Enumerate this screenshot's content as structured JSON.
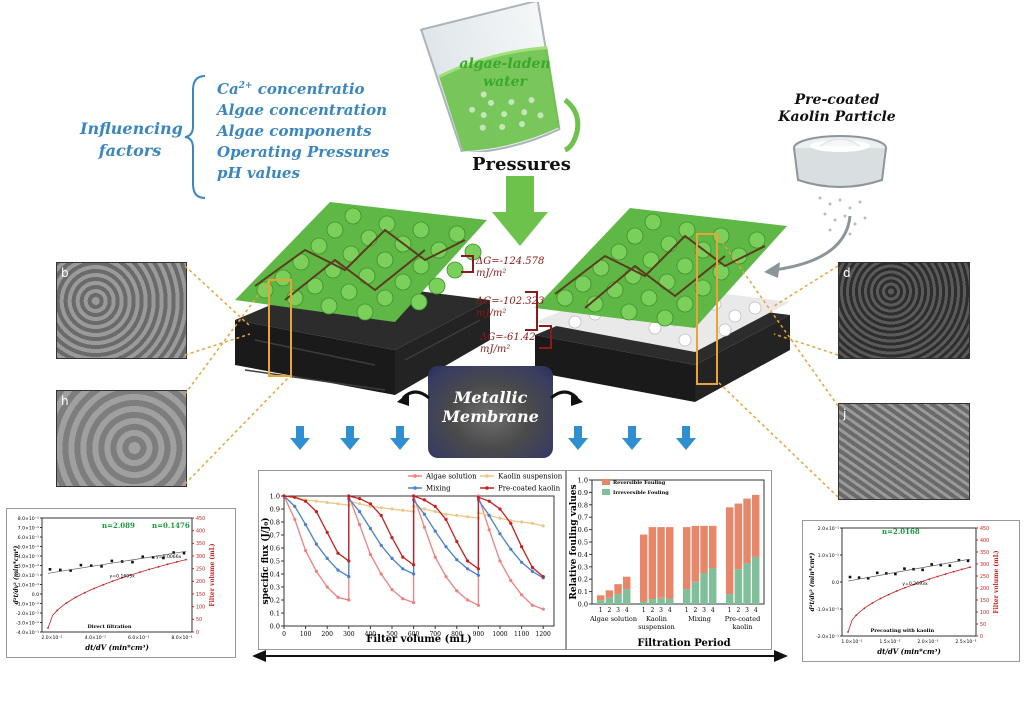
{
  "influencing": {
    "title_line1": "Influencing",
    "title_line2": "factors",
    "factors": [
      "concentratio",
      "Algae concentration",
      "Algae components",
      "Operating Pressures",
      "pH values"
    ],
    "ca_base": "Ca",
    "ca_sup": "2+"
  },
  "beaker": {
    "line1": "algae-laden",
    "line2": "water"
  },
  "pressures": "Pressures",
  "kaolin": {
    "line1": "Pre-coated",
    "line2": "Kaolin Particle"
  },
  "energies": [
    {
      "value": "ΔG=-124.578",
      "unit": "mJ/m²"
    },
    {
      "value": "ΔG=-102.323",
      "unit": "mJ/m²"
    },
    {
      "value": "ΔG=-61.42",
      "unit": "mJ/m²"
    }
  ],
  "membrane": {
    "line1": "Metallic",
    "line2": "Membrane"
  },
  "sem_labels": [
    "b",
    "h",
    "d",
    "j"
  ],
  "flux_chart": {
    "ylabel": "specific flux (J/J₀)",
    "xlabel": "Filter volume (mL)",
    "legend": [
      "Algae solution",
      "Kaolin suspension",
      "Mixing",
      "Pre-coated kaolin"
    ],
    "colors": [
      "#f08080",
      "#e8c98a",
      "#4a7fd0",
      "#c81e1e"
    ],
    "yticks": [
      "0.0",
      "0.1",
      "0.2",
      "0.3",
      "0.4",
      "0.5",
      "0.6",
      "0.7",
      "0.8",
      "0.9",
      "1.0"
    ],
    "xticks": [
      "0",
      "100",
      "200",
      "300",
      "400",
      "500",
      "600",
      "700",
      "800",
      "900",
      "1000",
      "1100",
      "1200"
    ]
  },
  "fouling_chart": {
    "ylabel": "Relative fouling values",
    "xlabel": "Filtration Period",
    "legend": [
      "Reversible Fouling",
      "Irreversible Fouling"
    ],
    "colors": [
      "#e8866a",
      "#7fbf9a"
    ],
    "yticks": [
      "0.0",
      "0.1",
      "0.2",
      "0.3",
      "0.4",
      "0.5",
      "0.6",
      "0.7",
      "0.8",
      "0.9",
      "1.0"
    ],
    "groups": [
      "Algae solution",
      "Kaolin suspension",
      "Mixing",
      "Pre-coated kaolin"
    ],
    "group_lines": [
      [
        "Algae solution"
      ],
      [
        "Kaolin",
        "suspension"
      ],
      [
        "Mixing"
      ],
      [
        "Pre-coated",
        "kaolin"
      ]
    ],
    "bar_ticks": [
      "1",
      "2",
      "3",
      "4"
    ]
  },
  "left_plot": {
    "n1": "n=2.089",
    "n2": "n=0.1476",
    "caption": "Direct filtration",
    "xlabel": "dt/dV (min*cm³)",
    "ylabel": "d²t/dv² (min*cm⁶)",
    "y2label": "Filter volume (mL)",
    "fit": "y=0.1695x",
    "fit2": "y=0.0066x",
    "yticks": [
      "8.0×10⁻¹",
      "7.0×10⁻¹",
      "6.0×10⁻¹",
      "5.0×10⁻¹",
      "4.0×10⁻¹",
      "3.0×10⁻¹",
      "2.0×10⁻¹",
      "1.0×10⁻¹",
      "0.0",
      "-1.0×10⁻¹",
      "-2.0×10⁻¹",
      "-3.0×10⁻¹",
      "-4.0×10⁻¹"
    ],
    "y2ticks": [
      "450",
      "400",
      "350",
      "300",
      "250",
      "200",
      "150",
      "100",
      "50",
      "0"
    ],
    "xticks": [
      "2.0×10⁻¹",
      "4.0×10⁻¹",
      "6.0×10⁻¹",
      "8.0×10⁻¹"
    ]
  },
  "right_plot": {
    "n1": "n=2.0168",
    "caption": "Precoating with kaolin",
    "xlabel": "dt/dV (min*cm³)",
    "ylabel": "d²t/dv² (min*cm⁶)",
    "y2label": "Filter volume (mL)",
    "fit": "y=0.2693x",
    "yticks": [
      "2.0×10⁻¹",
      "1.0×10⁻¹",
      "0.0",
      "-1.0×10⁻¹",
      "-2.0×10⁻¹"
    ],
    "y2ticks": [
      "450",
      "400",
      "350",
      "300",
      "250",
      "200",
      "150",
      "100",
      "50",
      "0"
    ],
    "xticks": [
      "1.0×10⁻¹",
      "1.5×10⁻¹",
      "2.0×10⁻¹",
      "2.5×10⁻¹"
    ]
  },
  "chart_data": [
    {
      "type": "line",
      "ylabel": "specific flux (J/J₀)",
      "xlabel": "Filter volume (mL)",
      "xlim": [
        0,
        1250
      ],
      "ylim": [
        0,
        1.0
      ],
      "x": [
        0,
        50,
        100,
        150,
        200,
        250,
        300,
        300,
        350,
        400,
        450,
        500,
        550,
        600,
        600,
        650,
        700,
        750,
        800,
        850,
        900,
        900,
        950,
        1000,
        1050,
        1100,
        1150,
        1200
      ],
      "series": [
        {
          "name": "Algae solution",
          "values": [
            1.0,
            0.82,
            0.58,
            0.42,
            0.3,
            0.22,
            0.2,
            1.0,
            0.78,
            0.55,
            0.4,
            0.28,
            0.21,
            0.18,
            1.0,
            0.76,
            0.53,
            0.38,
            0.27,
            0.2,
            0.16,
            1.0,
            0.74,
            0.5,
            0.35,
            0.24,
            0.16,
            0.13
          ]
        },
        {
          "name": "Kaolin suspension",
          "values": [
            1.0,
            0.99,
            0.97,
            0.96,
            0.95,
            0.94,
            0.93,
            0.96,
            0.94,
            0.92,
            0.91,
            0.9,
            0.89,
            0.88,
            0.92,
            0.9,
            0.88,
            0.86,
            0.85,
            0.84,
            0.83,
            0.87,
            0.85,
            0.83,
            0.81,
            0.8,
            0.79,
            0.77
          ]
        },
        {
          "name": "Mixing",
          "values": [
            1.0,
            0.92,
            0.78,
            0.63,
            0.52,
            0.43,
            0.38,
            0.98,
            0.88,
            0.75,
            0.62,
            0.52,
            0.44,
            0.4,
            0.97,
            0.86,
            0.73,
            0.61,
            0.51,
            0.44,
            0.39,
            0.97,
            0.85,
            0.71,
            0.59,
            0.49,
            0.42,
            0.37
          ]
        },
        {
          "name": "Pre-coated kaolin",
          "values": [
            1.0,
            0.99,
            0.96,
            0.88,
            0.72,
            0.56,
            0.5,
            1.0,
            0.98,
            0.94,
            0.85,
            0.68,
            0.53,
            0.47,
            1.0,
            0.97,
            0.92,
            0.82,
            0.65,
            0.5,
            0.44,
            0.99,
            0.96,
            0.9,
            0.79,
            0.61,
            0.45,
            0.38
          ]
        }
      ]
    },
    {
      "type": "bar",
      "ylabel": "Relative fouling values",
      "xlabel": "Filtration Period",
      "ylim": [
        0,
        1.0
      ],
      "categories": [
        "Algae solution 1",
        "Algae solution 2",
        "Algae solution 3",
        "Algae solution 4",
        "Kaolin suspension 1",
        "Kaolin suspension 2",
        "Kaolin suspension 3",
        "Kaolin suspension 4",
        "Mixing 1",
        "Mixing 2",
        "Mixing 3",
        "Mixing 4",
        "Pre-coated kaolin 1",
        "Pre-coated kaolin 2",
        "Pre-coated kaolin 3",
        "Pre-coated kaolin 4"
      ],
      "series": [
        {
          "name": "Irreversible Fouling",
          "values": [
            0.03,
            0.05,
            0.08,
            0.12,
            0.02,
            0.04,
            0.05,
            0.04,
            0.12,
            0.18,
            0.25,
            0.29,
            0.08,
            0.28,
            0.33,
            0.38
          ]
        },
        {
          "name": "Reversible Fouling",
          "values": [
            0.04,
            0.06,
            0.08,
            0.1,
            0.54,
            0.58,
            0.57,
            0.58,
            0.5,
            0.45,
            0.38,
            0.34,
            0.7,
            0.53,
            0.52,
            0.5
          ]
        }
      ]
    }
  ]
}
